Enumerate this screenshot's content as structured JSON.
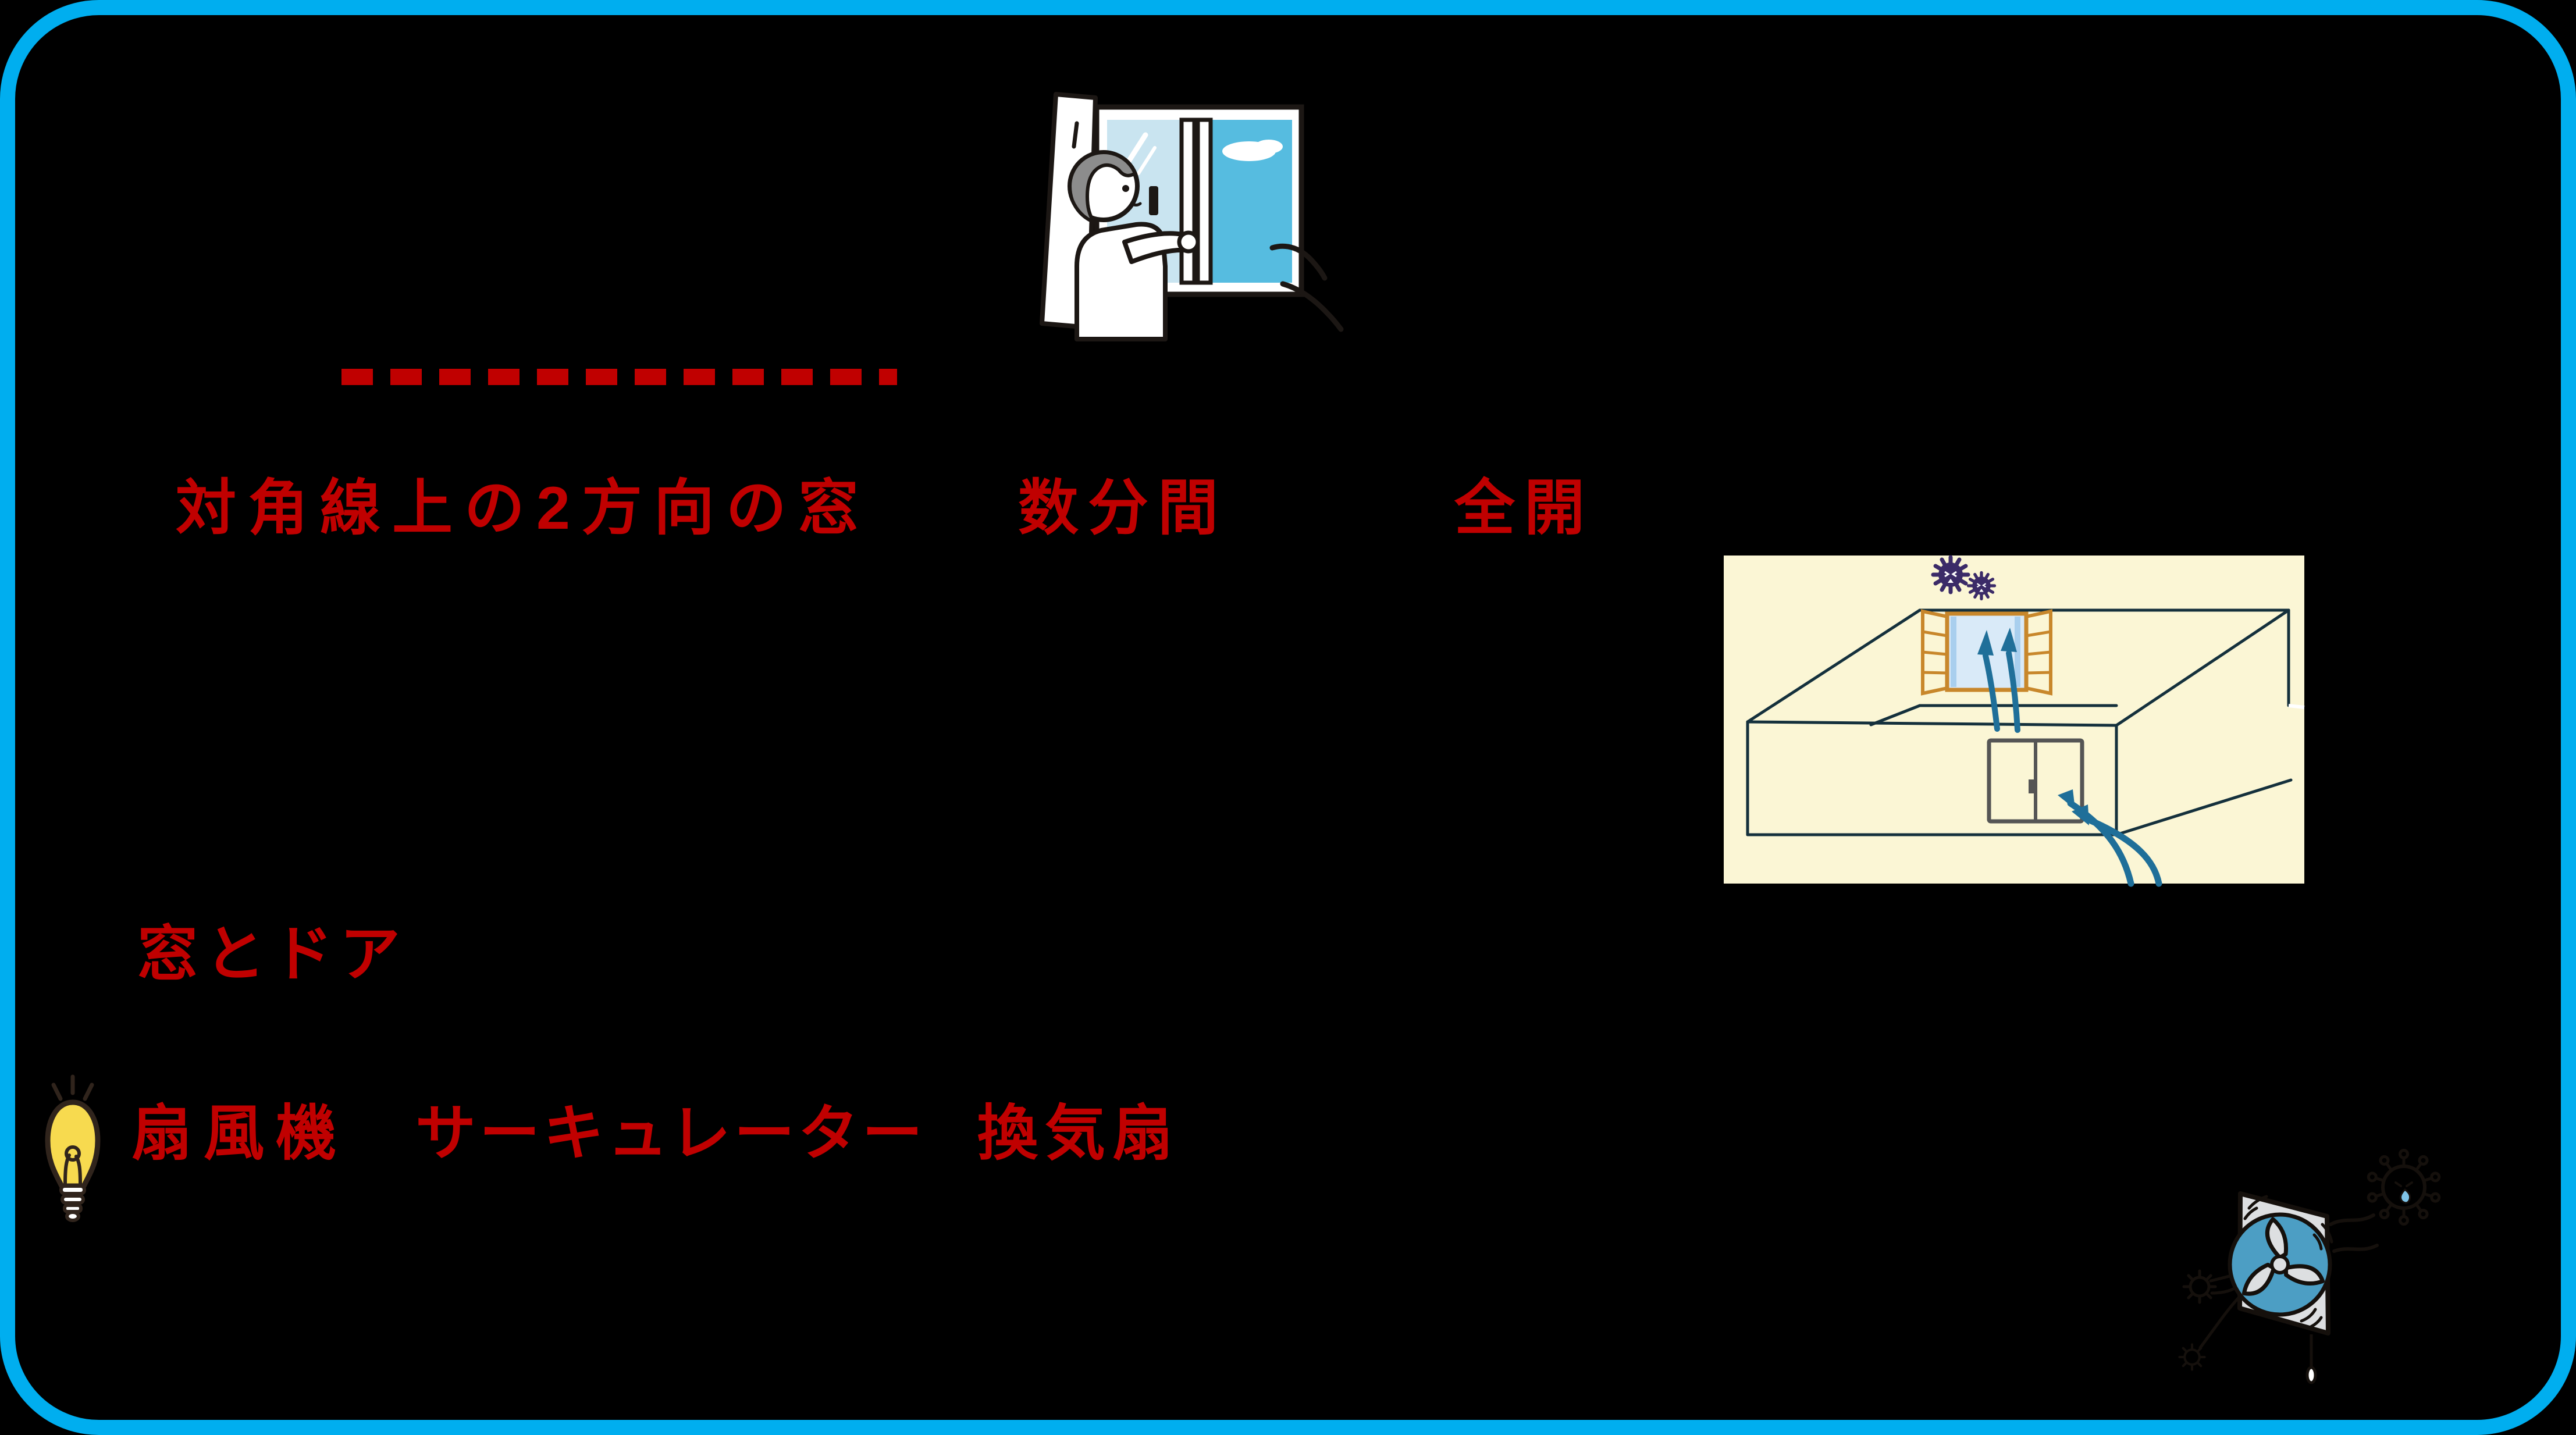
{
  "slide": {
    "background_color": "#000000",
    "frame_color": "#00AEEF",
    "accent_red": "#C00000"
  },
  "texts": {
    "keyword_diagonal_windows": "対角線上の2方向の窓",
    "keyword_duration": "数分間",
    "keyword_full_open": "全開",
    "keyword_windows_and_doors": "窓とドア",
    "keyword_electric_fan": "扇風機",
    "keyword_circulator": "サーキュレーター",
    "keyword_ventilation_fan": "換気扇"
  },
  "icons": {
    "dashed_underline": "red-dashed-underline",
    "window_person": "person-opening-window-illustration",
    "room_airflow": "room-cross-ventilation-illustration",
    "lightbulb": "idea-lightbulb-icon",
    "exhaust_fan": "exhaust-fan-illustration",
    "virus": "virus-particle-icon"
  },
  "illustration_colors": {
    "room_background": "#FBF6D5",
    "room_outline": "#14303C",
    "window_frame_orange": "#C8872B",
    "glass_blue": "#D9EAF8",
    "sky_blue": "#56BCE0",
    "arrow_teal": "#1F6F99",
    "virus_purple": "#3B2B68",
    "fan_blue": "#4C9EC4",
    "panel_gray": "#DDDFE1",
    "bulb_yellow": "#F7DA4F"
  }
}
